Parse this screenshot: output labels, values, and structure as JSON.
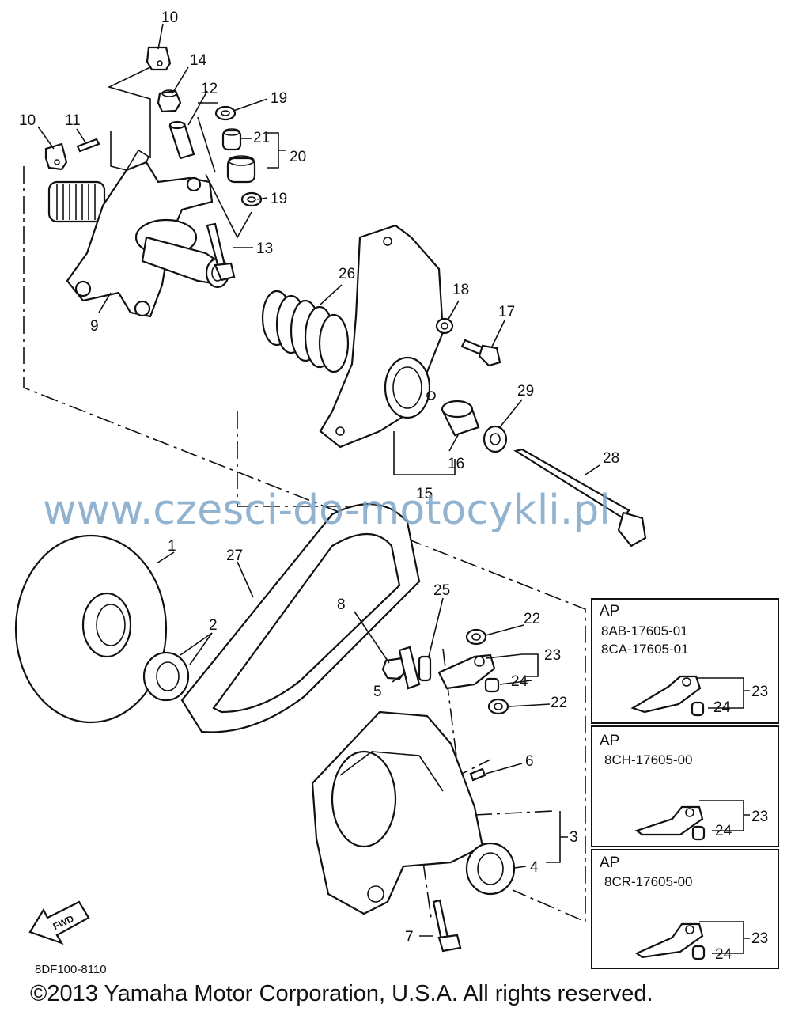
{
  "labels": {
    "l1": "1",
    "l2": "2",
    "l3": "3",
    "l4": "4",
    "l5": "5",
    "l6": "6",
    "l7": "7",
    "l8": "8",
    "l9": "9",
    "l10a": "10",
    "l10b": "10",
    "l11": "11",
    "l12": "12",
    "l13": "13",
    "l14": "14",
    "l15": "15",
    "l16": "16",
    "l17": "17",
    "l18": "18",
    "l19a": "19",
    "l19b": "19",
    "l20": "20",
    "l21": "21",
    "l22a": "22",
    "l22b": "22",
    "l23": "23",
    "l24": "24",
    "l25": "25",
    "l26": "26",
    "l27": "27",
    "l28": "28",
    "l29": "29"
  },
  "watermark": "www.czesci-do-motocykli.pl",
  "fwd_label": "FWD",
  "diagram_code": "8DF100-8110",
  "copyright": "©2013 Yamaha Motor Corporation, U.S.A. All rights reserved.",
  "ap_boxes": [
    {
      "title": "AP",
      "part_numbers": [
        "8AB-17605-01",
        "8CA-17605-01"
      ],
      "l23": "23",
      "l24": "24"
    },
    {
      "title": "AP",
      "part_numbers": [
        "8CH-17605-00"
      ],
      "l23": "23",
      "l24": "24"
    },
    {
      "title": "AP",
      "part_numbers": [
        "8CR-17605-00"
      ],
      "l23": "23",
      "l24": "24"
    }
  ]
}
